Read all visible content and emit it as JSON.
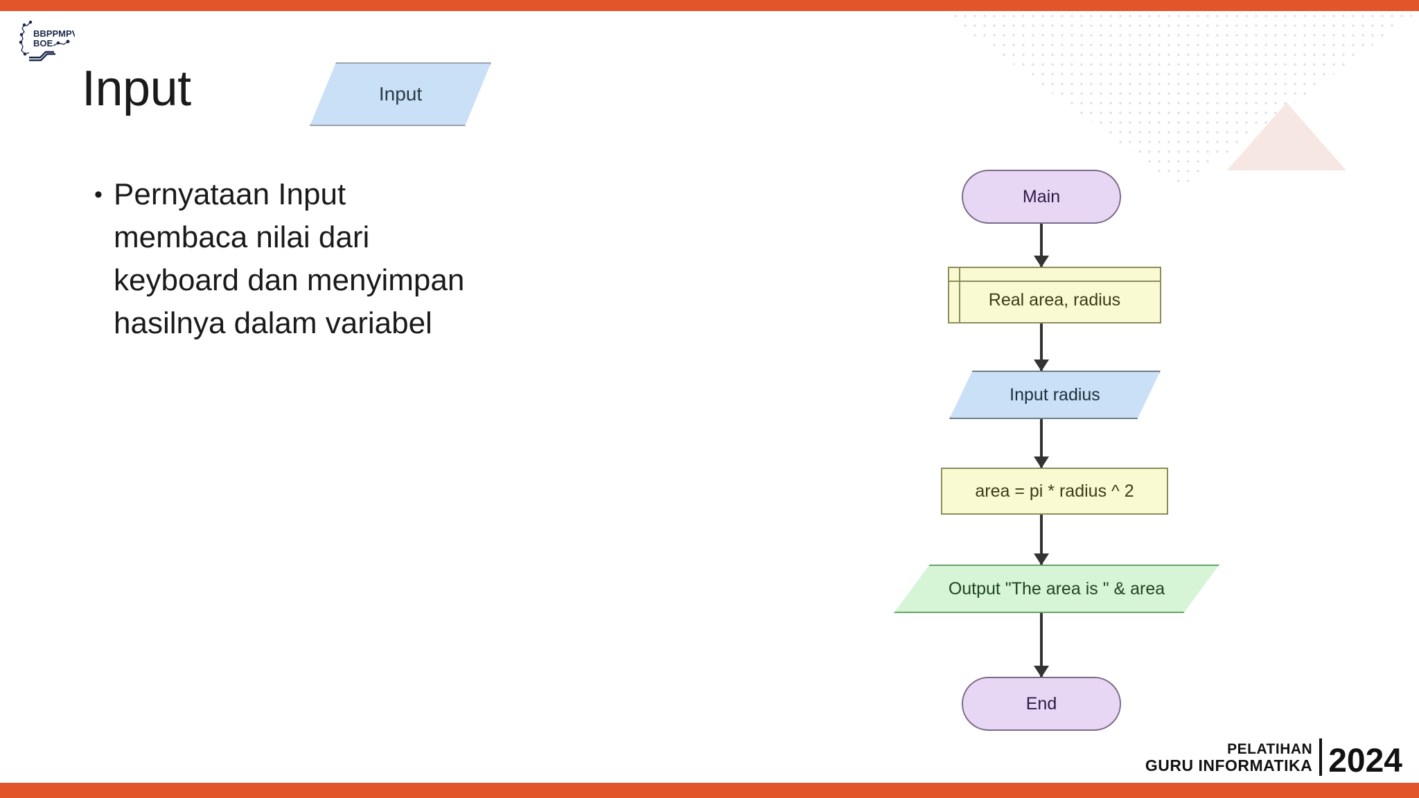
{
  "slide": {
    "title": "Input",
    "accent_color": "#e2552b",
    "background_color": "#ffffff"
  },
  "logo": {
    "alt": "BBPPMPV BOE",
    "line1": "BBPPMPV",
    "line2": "BOE"
  },
  "title_shape": {
    "label": "Input",
    "fill": "#c9e0f6",
    "stroke": "#9aa5ad",
    "shape": "parallelogram"
  },
  "bullets": [
    {
      "marker": "•",
      "text": "Pernyataan Input membaca nilai dari keyboard dan menyimpan hasilnya dalam variabel"
    }
  ],
  "flowchart": {
    "type": "flowchart",
    "direction": "top-to-bottom",
    "nodes": [
      {
        "id": "main",
        "label": "Main",
        "shape": "terminal",
        "fill": "#e8d7f4",
        "stroke": "#7a6a8a"
      },
      {
        "id": "declare",
        "label": "Real area, radius",
        "shape": "declaration",
        "fill": "#fafad2",
        "stroke": "#8c8c5a"
      },
      {
        "id": "input",
        "label": "Input radius",
        "shape": "parallelogram",
        "fill": "#c9e0f6",
        "stroke": "#6f7b85"
      },
      {
        "id": "process",
        "label": "area = pi * radius ^ 2",
        "shape": "rectangle",
        "fill": "#fafad2",
        "stroke": "#8c8c5a"
      },
      {
        "id": "output",
        "label": "Output \"The area is \" & area",
        "shape": "parallelogram",
        "fill": "#d6f5d6",
        "stroke": "#67a167"
      },
      {
        "id": "end",
        "label": "End",
        "shape": "terminal",
        "fill": "#e8d7f4",
        "stroke": "#7a6a8a"
      }
    ],
    "edges": [
      {
        "from": "main",
        "to": "declare"
      },
      {
        "from": "declare",
        "to": "input"
      },
      {
        "from": "input",
        "to": "process"
      },
      {
        "from": "process",
        "to": "output"
      },
      {
        "from": "output",
        "to": "end"
      }
    ]
  },
  "footer": {
    "line1": "PELATIHAN",
    "line2": "GURU INFORMATIKA",
    "year": "2024"
  }
}
